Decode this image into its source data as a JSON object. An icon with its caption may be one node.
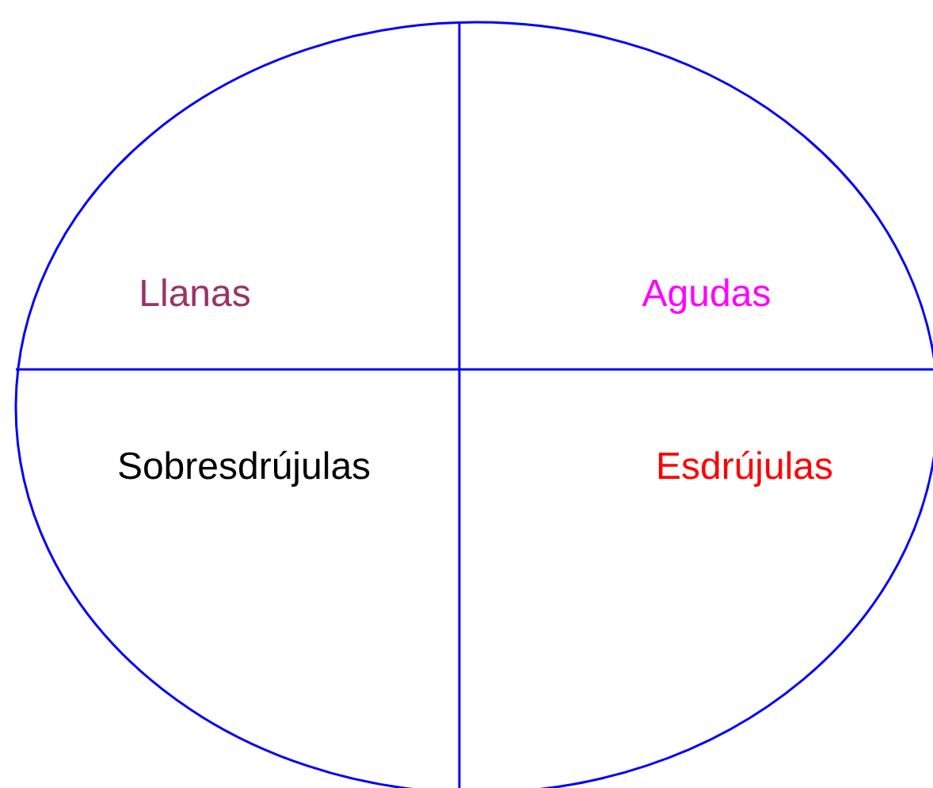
{
  "diagram": {
    "labels": [
      "Llanas",
      "Agudas",
      "Sobresdrújulas",
      "Esdrújulas"
    ]
  }
}
